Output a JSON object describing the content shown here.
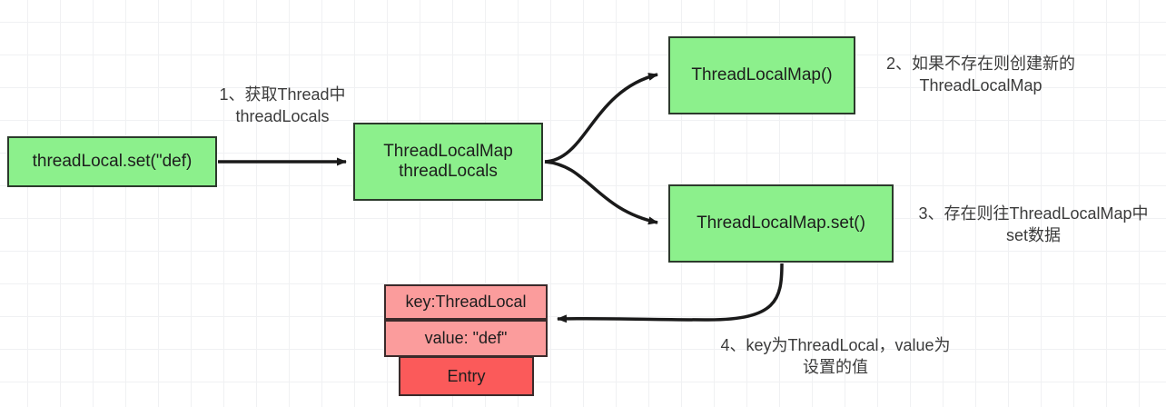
{
  "diagram": {
    "title": "ThreadLocal set flow",
    "colors": {
      "node_green_fill": "#8cf08c",
      "node_green_border": "#2c3a2c",
      "entry_pink_fill": "#fb9c9c",
      "entry_red_fill": "#fb5a5a",
      "entry_border": "#3a2a2a",
      "edge": "#1a1a1a",
      "grid": "#e7e9ec",
      "background": "#ffffff"
    },
    "nodes": {
      "set_call": {
        "label": "threadLocal.set(\"def)"
      },
      "thread_locals": {
        "line1": "ThreadLocalMap",
        "line2": "threadLocals"
      },
      "new_map": {
        "label": "ThreadLocalMap()"
      },
      "map_set": {
        "label": "ThreadLocalMap.set()"
      },
      "entry_key": {
        "label": "key:ThreadLocal"
      },
      "entry_value": {
        "label": "value: \"def\""
      },
      "entry_name": {
        "label": "Entry"
      }
    },
    "labels": {
      "step1": "1、获取Thread中\nthreadLocals",
      "step2": "2、如果不存在则创建新的\nThreadLocalMap",
      "step3": "3、存在则往ThreadLocalMap中\nset数据",
      "step4": "4、key为ThreadLocal，value为\n设置的值"
    },
    "edges": [
      {
        "name": "set-call-to-threadlocals",
        "from": "set_call",
        "to": "thread_locals",
        "style": "straight-arrow"
      },
      {
        "name": "threadlocals-to-new-map",
        "from": "thread_locals",
        "to": "new_map",
        "style": "curved-arrow"
      },
      {
        "name": "threadlocals-to-map-set",
        "from": "thread_locals",
        "to": "map_set",
        "style": "curved-arrow"
      },
      {
        "name": "map-set-to-entry",
        "from": "map_set",
        "to": "entry_key",
        "style": "curved-arrow"
      }
    ]
  }
}
